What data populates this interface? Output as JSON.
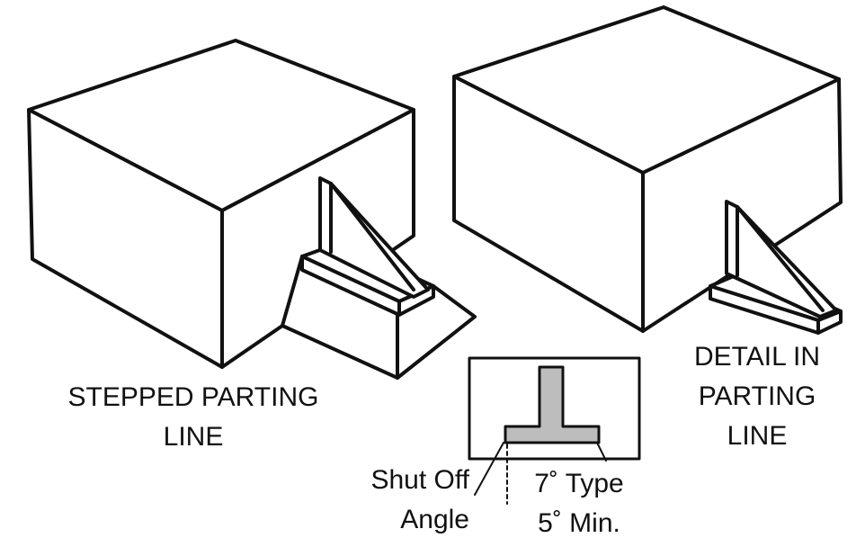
{
  "colors": {
    "stroke": "#111111",
    "background": "#ffffff",
    "fill_gray": "#bdbdbd"
  },
  "labels": {
    "stepped": [
      "STEPPED PARTING",
      "LINE"
    ],
    "detail": [
      "DETAIL IN",
      "PARTING",
      "LINE"
    ],
    "shutoff": [
      "Shut Off",
      "Angle"
    ],
    "angles": [
      "7˚ Type",
      "5˚ Min."
    ]
  }
}
